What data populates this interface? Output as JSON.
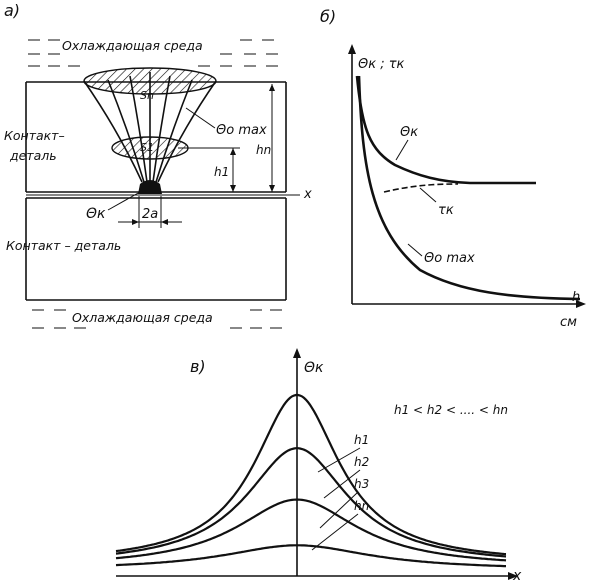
{
  "panel_a": {
    "label": "а)",
    "coolant_top": "Охлаждающая среда",
    "coolant_bottom": "Охлаждающая среда",
    "upper_part": "Контакт–деталь",
    "upper_part_line1": "Контакт–",
    "upper_part_line2": "деталь",
    "lower_part": "Контакт – деталь",
    "theta_k": "Θк",
    "theta_o_max": "Θo max",
    "s_n": "Sn",
    "s_1": "S1",
    "h_1": "h1",
    "h_n": "hn",
    "width": "2a",
    "axis_x": "x"
  },
  "panel_b": {
    "label": "б)",
    "y_label": "Θк ; τк",
    "x_label_top": "h",
    "x_label_bottom": "см",
    "curve_theta_k": "Θк",
    "curve_tau_k": "τк",
    "curve_theta_o_max": "Θo max"
  },
  "panel_c": {
    "label": "в)",
    "y_label": "Θк",
    "x_label": "x",
    "relation": "h1 < h2 < .... < hn",
    "curves": [
      "h1",
      "h2",
      "h3",
      "hn"
    ],
    "peak_levels": [
      0.89,
      0.62,
      0.36,
      0.13
    ]
  }
}
